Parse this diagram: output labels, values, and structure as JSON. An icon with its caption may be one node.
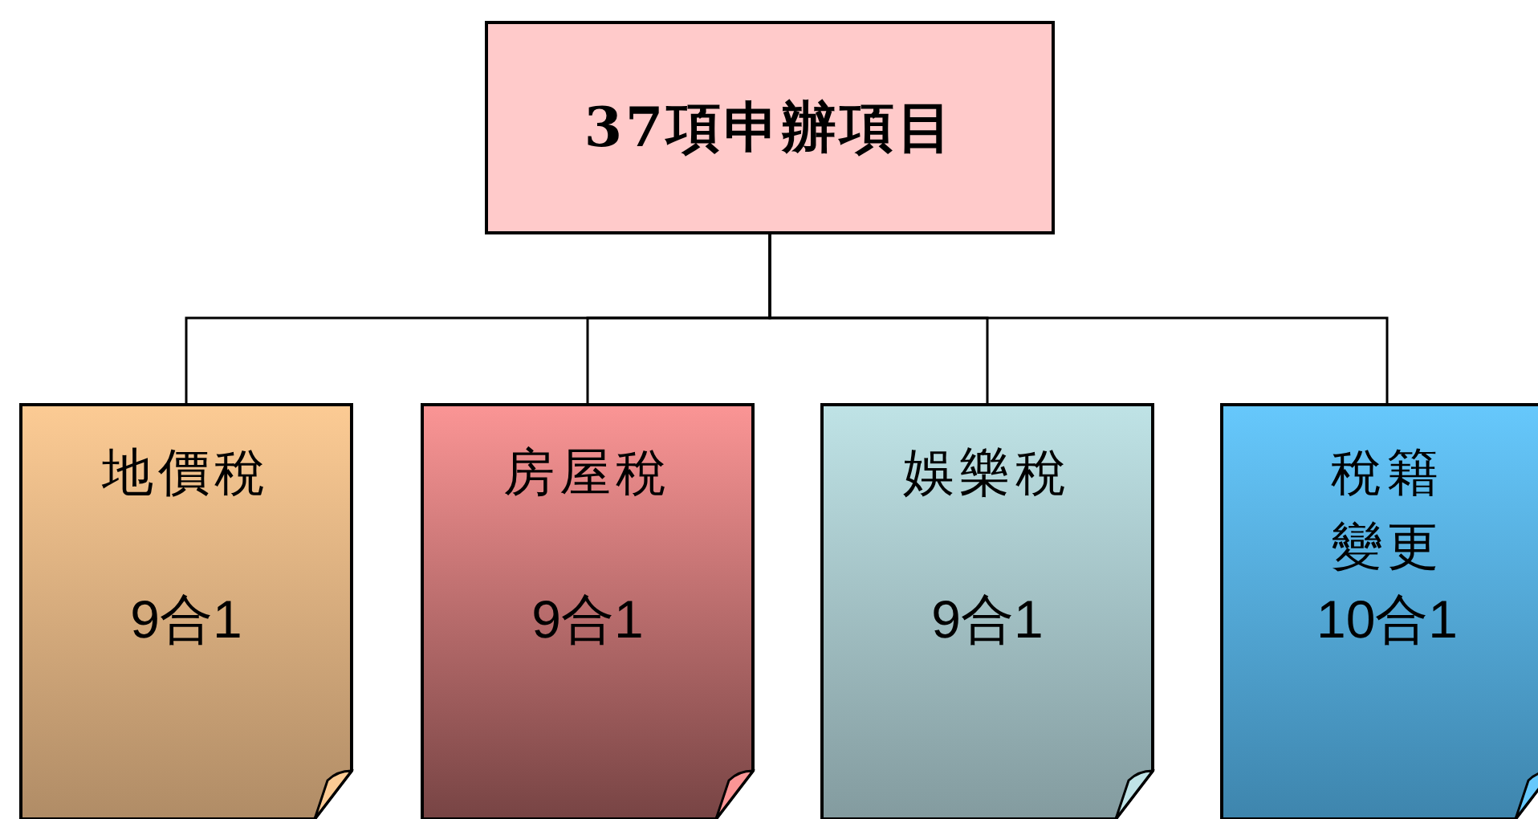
{
  "diagram": {
    "nodes": [
      {
        "text": [
          "37項申辦項目"
        ]
      },
      {
        "text": [
          "地價稅",
          "9合1"
        ]
      },
      {
        "text": [
          "房屋稅",
          "9合1"
        ]
      },
      {
        "text": [
          "娛樂稅",
          "9合1"
        ]
      },
      {
        "text": [
          "稅籍變更",
          "10合1"
        ]
      }
    ],
    "edges": [
      {
        "from": 0,
        "to": 1,
        "arrow": "none"
      },
      {
        "from": 0,
        "to": 2,
        "arrow": "none"
      },
      {
        "from": 0,
        "to": 3,
        "arrow": "none"
      },
      {
        "from": 0,
        "to": 4,
        "arrow": "none"
      }
    ]
  }
}
